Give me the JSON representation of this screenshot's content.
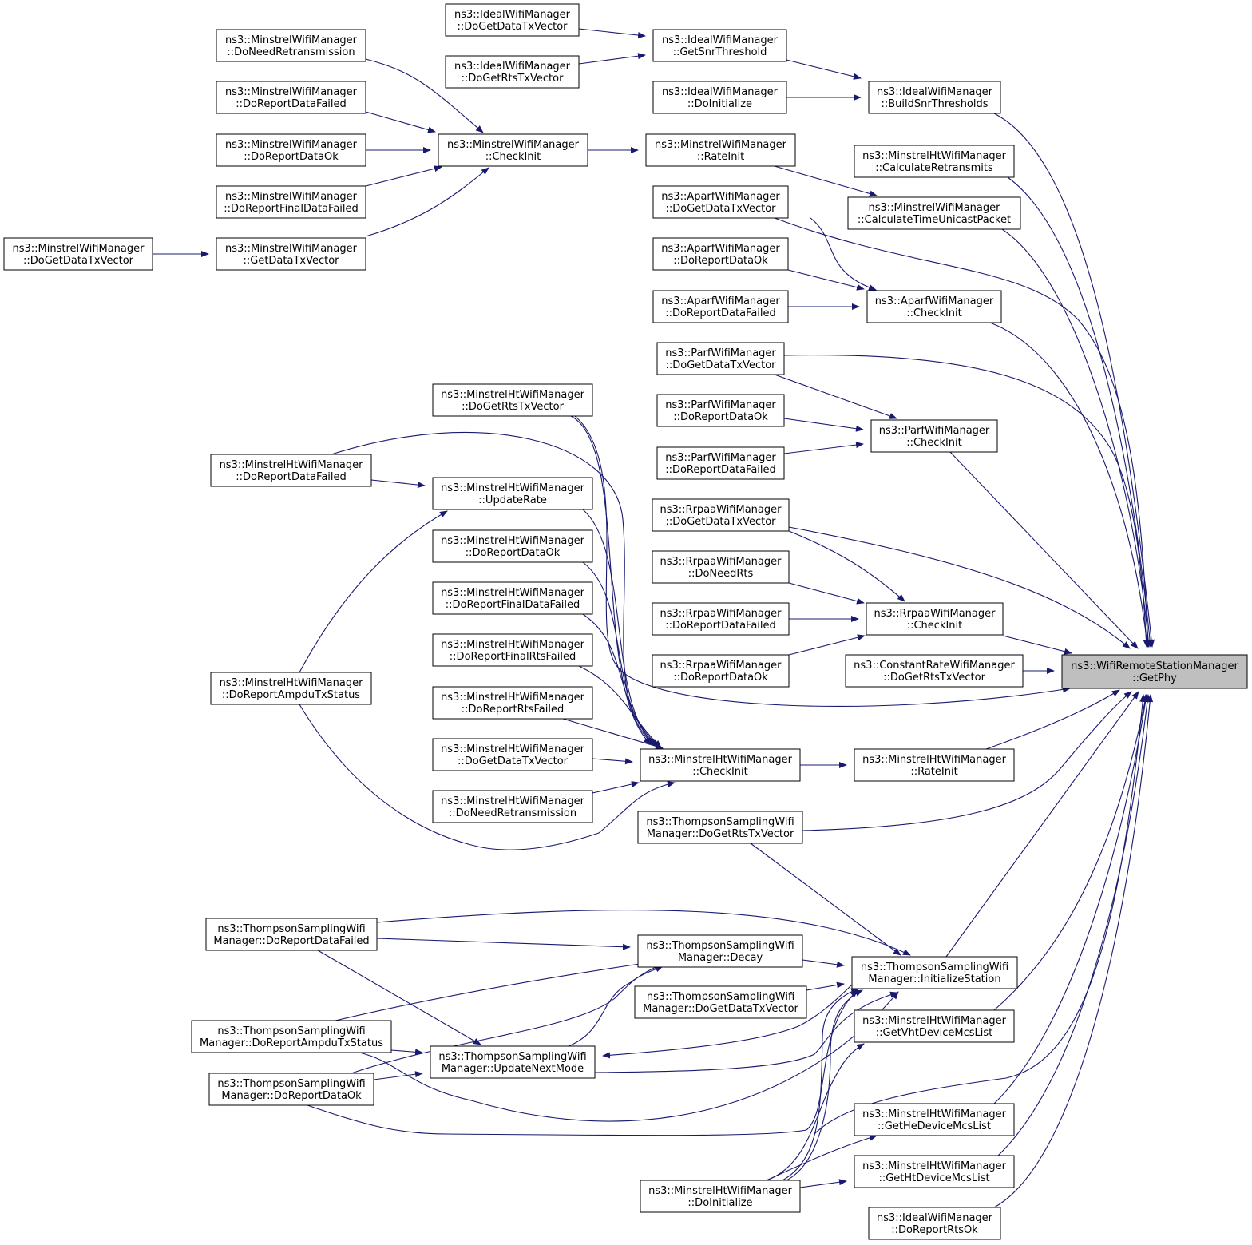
{
  "graph": {
    "title": "",
    "edge_color": "#191970",
    "root_fill": "#bfbfbf",
    "nodes": [
      {
        "id": "n_root",
        "root": true,
        "lines": [
          "ns3::WifiRemoteStationManager",
          "::GetPhy"
        ]
      },
      {
        "id": "n_ideal_dgdtx",
        "lines": [
          "ns3::IdealWifiManager",
          "::DoGetDataTxVector"
        ]
      },
      {
        "id": "n_ideal_dgrtx",
        "lines": [
          "ns3::IdealWifiManager",
          "::DoGetRtsTxVector"
        ]
      },
      {
        "id": "n_ideal_gst",
        "lines": [
          "ns3::IdealWifiManager",
          "::GetSnrThreshold"
        ]
      },
      {
        "id": "n_ideal_dinit",
        "lines": [
          "ns3::IdealWifiManager",
          "::DoInitialize"
        ]
      },
      {
        "id": "n_ideal_bst",
        "lines": [
          "ns3::IdealWifiManager",
          "::BuildSnrThresholds"
        ]
      },
      {
        "id": "n_ideal_drok",
        "lines": [
          "ns3::IdealWifiManager",
          "::DoReportRtsOk"
        ]
      },
      {
        "id": "n_min_dnr",
        "lines": [
          "ns3::MinstrelWifiManager",
          "::DoNeedRetransmission"
        ]
      },
      {
        "id": "n_min_drdf",
        "lines": [
          "ns3::MinstrelWifiManager",
          "::DoReportDataFailed"
        ]
      },
      {
        "id": "n_min_drdo",
        "lines": [
          "ns3::MinstrelWifiManager",
          "::DoReportDataOk"
        ]
      },
      {
        "id": "n_min_drfdf",
        "lines": [
          "ns3::MinstrelWifiManager",
          "::DoReportFinalDataFailed"
        ]
      },
      {
        "id": "n_min_gdtx",
        "lines": [
          "ns3::MinstrelWifiManager",
          "::GetDataTxVector"
        ]
      },
      {
        "id": "n_min_dgdtx",
        "lines": [
          "ns3::MinstrelWifiManager",
          "::DoGetDataTxVector"
        ]
      },
      {
        "id": "n_min_ci",
        "lines": [
          "ns3::MinstrelWifiManager",
          "::CheckInit"
        ]
      },
      {
        "id": "n_min_ri",
        "lines": [
          "ns3::MinstrelWifiManager",
          "::RateInit"
        ]
      },
      {
        "id": "n_min_ctup",
        "lines": [
          "ns3::MinstrelWifiManager",
          "::CalculateTimeUnicastPacket"
        ]
      },
      {
        "id": "n_mht_cr",
        "lines": [
          "ns3::MinstrelHtWifiManager",
          "::CalculateRetransmits"
        ]
      },
      {
        "id": "n_aparf_dgdtx",
        "lines": [
          "ns3::AparfWifiManager",
          "::DoGetDataTxVector"
        ]
      },
      {
        "id": "n_aparf_drdo",
        "lines": [
          "ns3::AparfWifiManager",
          "::DoReportDataOk"
        ]
      },
      {
        "id": "n_aparf_drdf",
        "lines": [
          "ns3::AparfWifiManager",
          "::DoReportDataFailed"
        ]
      },
      {
        "id": "n_aparf_ci",
        "lines": [
          "ns3::AparfWifiManager",
          "::CheckInit"
        ]
      },
      {
        "id": "n_parf_dgdtx",
        "lines": [
          "ns3::ParfWifiManager",
          "::DoGetDataTxVector"
        ]
      },
      {
        "id": "n_parf_drdo",
        "lines": [
          "ns3::ParfWifiManager",
          "::DoReportDataOk"
        ]
      },
      {
        "id": "n_parf_drdf",
        "lines": [
          "ns3::ParfWifiManager",
          "::DoReportDataFailed"
        ]
      },
      {
        "id": "n_parf_ci",
        "lines": [
          "ns3::ParfWifiManager",
          "::CheckInit"
        ]
      },
      {
        "id": "n_rrpaa_dgdtx",
        "lines": [
          "ns3::RrpaaWifiManager",
          "::DoGetDataTxVector"
        ]
      },
      {
        "id": "n_rrpaa_dnr",
        "lines": [
          "ns3::RrpaaWifiManager",
          "::DoNeedRts"
        ]
      },
      {
        "id": "n_rrpaa_drdf",
        "lines": [
          "ns3::RrpaaWifiManager",
          "::DoReportDataFailed"
        ]
      },
      {
        "id": "n_rrpaa_drdo",
        "lines": [
          "ns3::RrpaaWifiManager",
          "::DoReportDataOk"
        ]
      },
      {
        "id": "n_rrpaa_ci",
        "lines": [
          "ns3::RrpaaWifiManager",
          "::CheckInit"
        ]
      },
      {
        "id": "n_const_dgrtx",
        "lines": [
          "ns3::ConstantRateWifiManager",
          "::DoGetRtsTxVector"
        ]
      },
      {
        "id": "n_mht_dgrtx",
        "lines": [
          "ns3::MinstrelHtWifiManager",
          "::DoGetRtsTxVector"
        ]
      },
      {
        "id": "n_mht_drdf",
        "lines": [
          "ns3::MinstrelHtWifiManager",
          "::DoReportDataFailed"
        ]
      },
      {
        "id": "n_mht_ur",
        "lines": [
          "ns3::MinstrelHtWifiManager",
          "::UpdateRate"
        ]
      },
      {
        "id": "n_mht_drdo",
        "lines": [
          "ns3::MinstrelHtWifiManager",
          "::DoReportDataOk"
        ]
      },
      {
        "id": "n_mht_drfdf",
        "lines": [
          "ns3::MinstrelHtWifiManager",
          "::DoReportFinalDataFailed"
        ]
      },
      {
        "id": "n_mht_drfrf",
        "lines": [
          "ns3::MinstrelHtWifiManager",
          "::DoReportFinalRtsFailed"
        ]
      },
      {
        "id": "n_mht_drrf",
        "lines": [
          "ns3::MinstrelHtWifiManager",
          "::DoReportRtsFailed"
        ]
      },
      {
        "id": "n_mht_dgdtx",
        "lines": [
          "ns3::MinstrelHtWifiManager",
          "::DoGetDataTxVector"
        ]
      },
      {
        "id": "n_mht_dnr",
        "lines": [
          "ns3::MinstrelHtWifiManager",
          "::DoNeedRetransmission"
        ]
      },
      {
        "id": "n_mht_dratx",
        "lines": [
          "ns3::MinstrelHtWifiManager",
          "::DoReportAmpduTxStatus"
        ]
      },
      {
        "id": "n_mht_ci",
        "lines": [
          "ns3::MinstrelHtWifiManager",
          "::CheckInit"
        ]
      },
      {
        "id": "n_mht_ri",
        "lines": [
          "ns3::MinstrelHtWifiManager",
          "::RateInit"
        ]
      },
      {
        "id": "n_mht_gvht",
        "lines": [
          "ns3::MinstrelHtWifiManager",
          "::GetVhtDeviceMcsList"
        ]
      },
      {
        "id": "n_mht_ghe",
        "lines": [
          "ns3::MinstrelHtWifiManager",
          "::GetHeDeviceMcsList"
        ]
      },
      {
        "id": "n_mht_ght",
        "lines": [
          "ns3::MinstrelHtWifiManager",
          "::GetHtDeviceMcsList"
        ]
      },
      {
        "id": "n_mht_dinit",
        "lines": [
          "ns3::MinstrelHtWifiManager",
          "::DoInitialize"
        ]
      },
      {
        "id": "n_ts_dgrtx",
        "lines": [
          "ns3::ThompsonSamplingWifi",
          "Manager::DoGetRtsTxVector"
        ]
      },
      {
        "id": "n_ts_drdf",
        "lines": [
          "ns3::ThompsonSamplingWifi",
          "Manager::DoReportDataFailed"
        ]
      },
      {
        "id": "n_ts_decay",
        "lines": [
          "ns3::ThompsonSamplingWifi",
          "Manager::Decay"
        ]
      },
      {
        "id": "n_ts_dgdtx",
        "lines": [
          "ns3::ThompsonSamplingWifi",
          "Manager::DoGetDataTxVector"
        ]
      },
      {
        "id": "n_ts_dratx",
        "lines": [
          "ns3::ThompsonSamplingWifi",
          "Manager::DoReportAmpduTxStatus"
        ]
      },
      {
        "id": "n_ts_drdo",
        "lines": [
          "ns3::ThompsonSamplingWifi",
          "Manager::DoReportDataOk"
        ]
      },
      {
        "id": "n_ts_unm",
        "lines": [
          "ns3::ThompsonSamplingWifi",
          "Manager::UpdateNextMode"
        ]
      },
      {
        "id": "n_ts_is",
        "lines": [
          "ns3::ThompsonSamplingWifi",
          "Manager::InitializeStation"
        ]
      }
    ]
  }
}
